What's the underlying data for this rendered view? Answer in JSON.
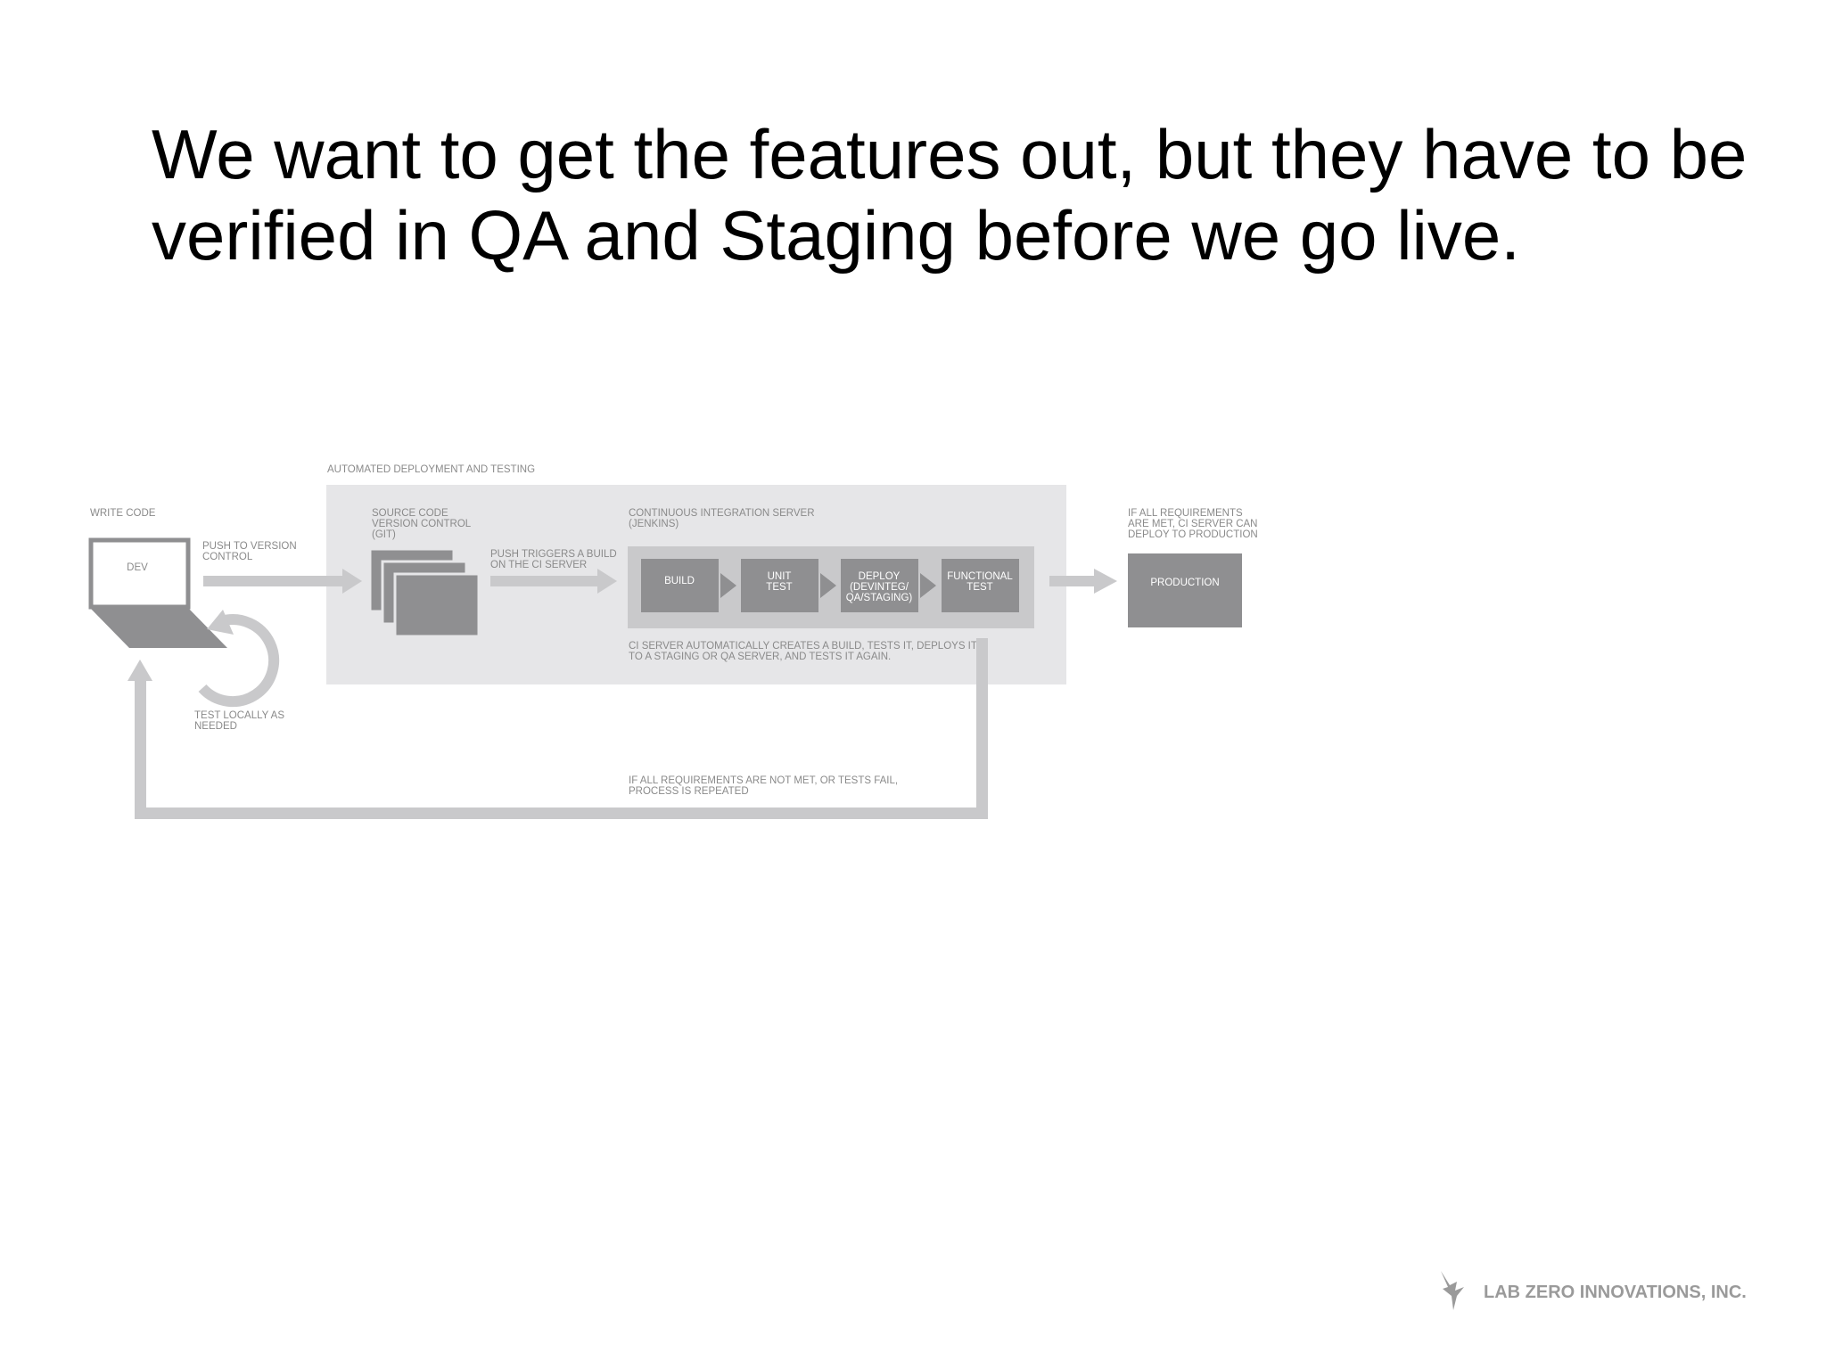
{
  "slide": {
    "title_lines": [
      "We want to get the features out, but they have to be",
      "verified in QA and Staging before we go live."
    ]
  },
  "diagram": {
    "header": "AUTOMATED DEPLOYMENT AND TESTING",
    "write_code": "WRITE CODE",
    "dev": "DEV",
    "push_to_vc": [
      "PUSH TO VERSION",
      "CONTROL"
    ],
    "test_locally": [
      "TEST LOCALLY AS",
      "NEEDED"
    ],
    "source_code": [
      "SOURCE CODE",
      "VERSION CONTROL",
      "(GIT)"
    ],
    "push_triggers": [
      "PUSH TRIGGERS A BUILD",
      "ON THE CI SERVER"
    ],
    "ci_server": [
      "CONTINUOUS INTEGRATION SERVER",
      "(JENKINS)"
    ],
    "steps": [
      [
        "BUILD"
      ],
      [
        "UNIT",
        "TEST"
      ],
      [
        "DEPLOY",
        "(DEVINTEG/",
        "QA/STAGING)"
      ],
      [
        "FUNCTIONAL",
        "TEST"
      ]
    ],
    "ci_note": [
      "CI SERVER AUTOMATICALLY CREATES A BUILD, TESTS IT, DEPLOYS IT",
      "TO A STAGING OR QA SERVER, AND TESTS IT AGAIN."
    ],
    "if_met": [
      "IF ALL REQUIREMENTS",
      "ARE MET, CI SERVER CAN",
      "DEPLOY TO PRODUCTION"
    ],
    "production": "PRODUCTION",
    "if_not_met": [
      "IF ALL REQUIREMENTS ARE NOT MET, OR TESTS FAIL,",
      "PROCESS IS REPEATED"
    ]
  },
  "footer": {
    "company": "LAB ZERO INNOVATIONS, INC.",
    "logo_icon": "bird-icon"
  },
  "colors": {
    "panel": "#e6e6e8",
    "dark_box": "#8f8f91",
    "arrow": "#c9c9cb",
    "label": "#8a8a8a"
  }
}
